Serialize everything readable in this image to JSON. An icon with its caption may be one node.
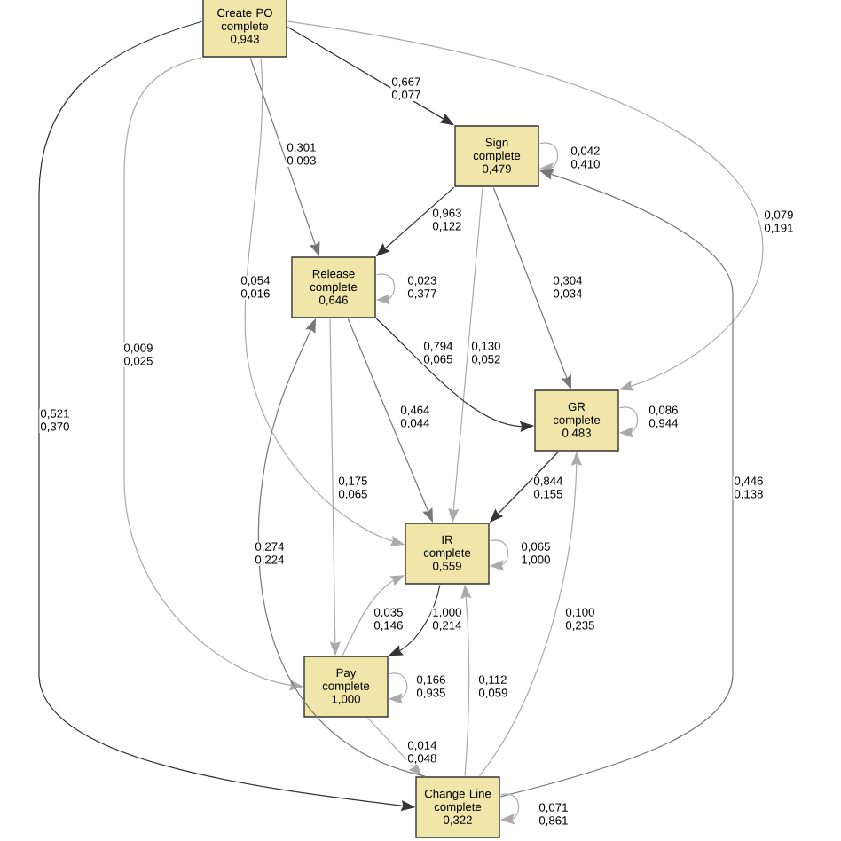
{
  "diagram": {
    "nodes": [
      {
        "text": [
          "Create PO complete 0,943"
        ]
      },
      {
        "text": [
          "Sign complete 0,479"
        ]
      },
      {
        "text": [
          "Release complete 0,646"
        ]
      },
      {
        "text": [
          "GR complete 0,483"
        ]
      },
      {
        "text": [
          "IR complete 0,559"
        ]
      },
      {
        "text": [
          "Pay complete 1,000"
        ]
      },
      {
        "text": [
          "Change Line complete 0,322"
        ]
      }
    ],
    "edges": [
      {
        "from": 0,
        "to": 1,
        "arrow": "to",
        "label": "0,667 0,077",
        "color": "#333333"
      },
      {
        "from": 0,
        "to": 2,
        "arrow": "to",
        "label": "0,301 0,093",
        "color": "#777777"
      },
      {
        "from": 0,
        "to": 4,
        "arrow": "to",
        "label": "0,054 0,016"
      },
      {
        "from": 0,
        "to": 5,
        "arrow": "to",
        "label": "0,009 0,025"
      },
      {
        "from": 0,
        "to": 6,
        "arrow": "to",
        "label": "0,521 0,370",
        "color": "#333333"
      },
      {
        "from": 0,
        "to": 3,
        "arrow": "to",
        "label": "0,079 0,191"
      },
      {
        "from": 1,
        "to": 1,
        "arrow": "to",
        "label": "0,042 0,410"
      },
      {
        "from": 1,
        "to": 2,
        "arrow": "to",
        "label": "0,963 0,122",
        "color": "#333333"
      },
      {
        "from": 1,
        "to": 3,
        "arrow": "to",
        "label": "0,304 0,034",
        "color": "#777777"
      },
      {
        "from": 1,
        "to": 4,
        "arrow": "to",
        "label": "0,130 0,052"
      },
      {
        "from": 2,
        "to": 2,
        "arrow": "to",
        "label": "0,023 0,377"
      },
      {
        "from": 2,
        "to": 3,
        "arrow": "to",
        "label": "0,794 0,065",
        "color": "#333333"
      },
      {
        "from": 2,
        "to": 4,
        "arrow": "to",
        "label": "0,464 0,044",
        "color": "#777777"
      },
      {
        "from": 2,
        "to": 5,
        "arrow": "to",
        "label": "0,175 0,065"
      },
      {
        "from": 3,
        "to": 3,
        "arrow": "to",
        "label": "0,086 0,944"
      },
      {
        "from": 3,
        "to": 4,
        "arrow": "to",
        "label": "0,844 0,155",
        "color": "#333333"
      },
      {
        "from": 4,
        "to": 4,
        "arrow": "to",
        "label": "0,065 1,000"
      },
      {
        "from": 4,
        "to": 5,
        "arrow": "to",
        "label": "1,000 0,214",
        "color": "#333333"
      },
      {
        "from": 5,
        "to": 4,
        "arrow": "to",
        "label": "0,035 0,146"
      },
      {
        "from": 5,
        "to": 5,
        "arrow": "to",
        "label": "0,166 0,935"
      },
      {
        "from": 5,
        "to": 6,
        "arrow": "to",
        "label": "0,014 0,048"
      },
      {
        "from": 6,
        "to": 2,
        "arrow": "to",
        "label": "0,274 0,224",
        "color": "#777777"
      },
      {
        "from": 6,
        "to": 4,
        "arrow": "to",
        "label": "0,112 0,059"
      },
      {
        "from": 6,
        "to": 3,
        "arrow": "to",
        "label": "0,100 0,235"
      },
      {
        "from": 6,
        "to": 1,
        "arrow": "to",
        "label": "0,446 0,138",
        "color": "#777777"
      },
      {
        "from": 6,
        "to": 6,
        "arrow": "to",
        "label": "0,071 0,861"
      }
    ]
  }
}
